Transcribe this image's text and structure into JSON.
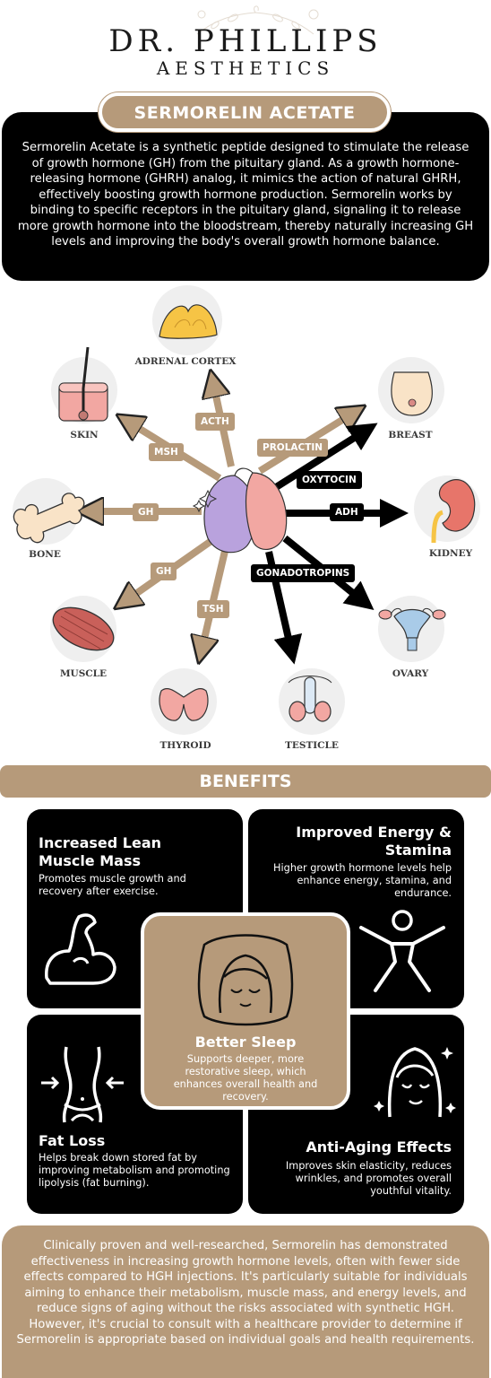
{
  "brand": {
    "line1": "DR. PHILLIPS",
    "line2": "AESTHETICS"
  },
  "title": "SERMORELIN ACETATE",
  "intro": "Sermorelin Acetate is a synthetic peptide designed to stimulate the release of growth hormone (GH) from the pituitary gland. As a growth hormone-releasing hormone (GHRH) analog, it mimics the action of natural GHRH, effectively boosting growth hormone production. Sermorelin works by binding to specific receptors in the pituitary gland, signaling it to release more growth hormone into the bloodstream, thereby naturally increasing GH levels and improving the body's overall growth hormone balance.",
  "diagram": {
    "organs": {
      "adrenal": "ADRENAL CORTEX",
      "skin": "SKIN",
      "breast": "BREAST",
      "bone": "BONE",
      "kidney": "KIDNEY",
      "muscle": "MUSCLE",
      "ovary": "OVARY",
      "thyroid": "THYROID",
      "testicle": "TESTICLE"
    },
    "hormones": {
      "acth": "ACTH",
      "msh": "MSH",
      "prolactin": "PROLACTIN",
      "oxytocin": "OXYTOCIN",
      "gh_bone": "GH",
      "adh": "ADH",
      "gh_muscle": "GH",
      "gonadotropins": "GONADOTROPINS",
      "tsh": "TSH"
    },
    "colors": {
      "tan": "#b69a7a",
      "black": "#000000",
      "pituitary_left": "#b9a2dd",
      "pituitary_right": "#f2a7a2"
    }
  },
  "benefits": {
    "heading": "BENEFITS",
    "muscle": {
      "title": "Increased Lean Muscle Mass",
      "text": "Promotes muscle growth and recovery after exercise.",
      "icon": "flexed-arm-icon"
    },
    "energy": {
      "title": "Improved Energy & Stamina",
      "text": "Higher growth hormone levels help enhance energy, stamina, and endurance.",
      "icon": "star-jump-person-icon"
    },
    "sleep": {
      "title": "Better Sleep",
      "text": "Supports deeper, more restorative sleep, which enhances overall health and recovery.",
      "icon": "sleeping-face-icon"
    },
    "fat": {
      "title": "Fat Loss",
      "text": "Helps break down stored fat by improving metabolism and promoting lipolysis (fat burning).",
      "icon": "slim-waist-icon"
    },
    "aging": {
      "title": "Anti-Aging Effects",
      "text": "Improves skin elasticity, reduces wrinkles, and promotes overall youthful vitality.",
      "icon": "glowing-face-icon"
    }
  },
  "footer": "Clinically proven and well-researched, Sermorelin has demonstrated effectiveness in increasing growth hormone levels, often with fewer side effects compared to HGH injections. It's particularly suitable for individuals aiming to enhance their metabolism, muscle mass, and energy levels, and reduce signs of aging without the risks associated with synthetic HGH. However, it's crucial to consult with a healthcare provider to determine if Sermorelin is appropriate based on individual goals and health requirements."
}
